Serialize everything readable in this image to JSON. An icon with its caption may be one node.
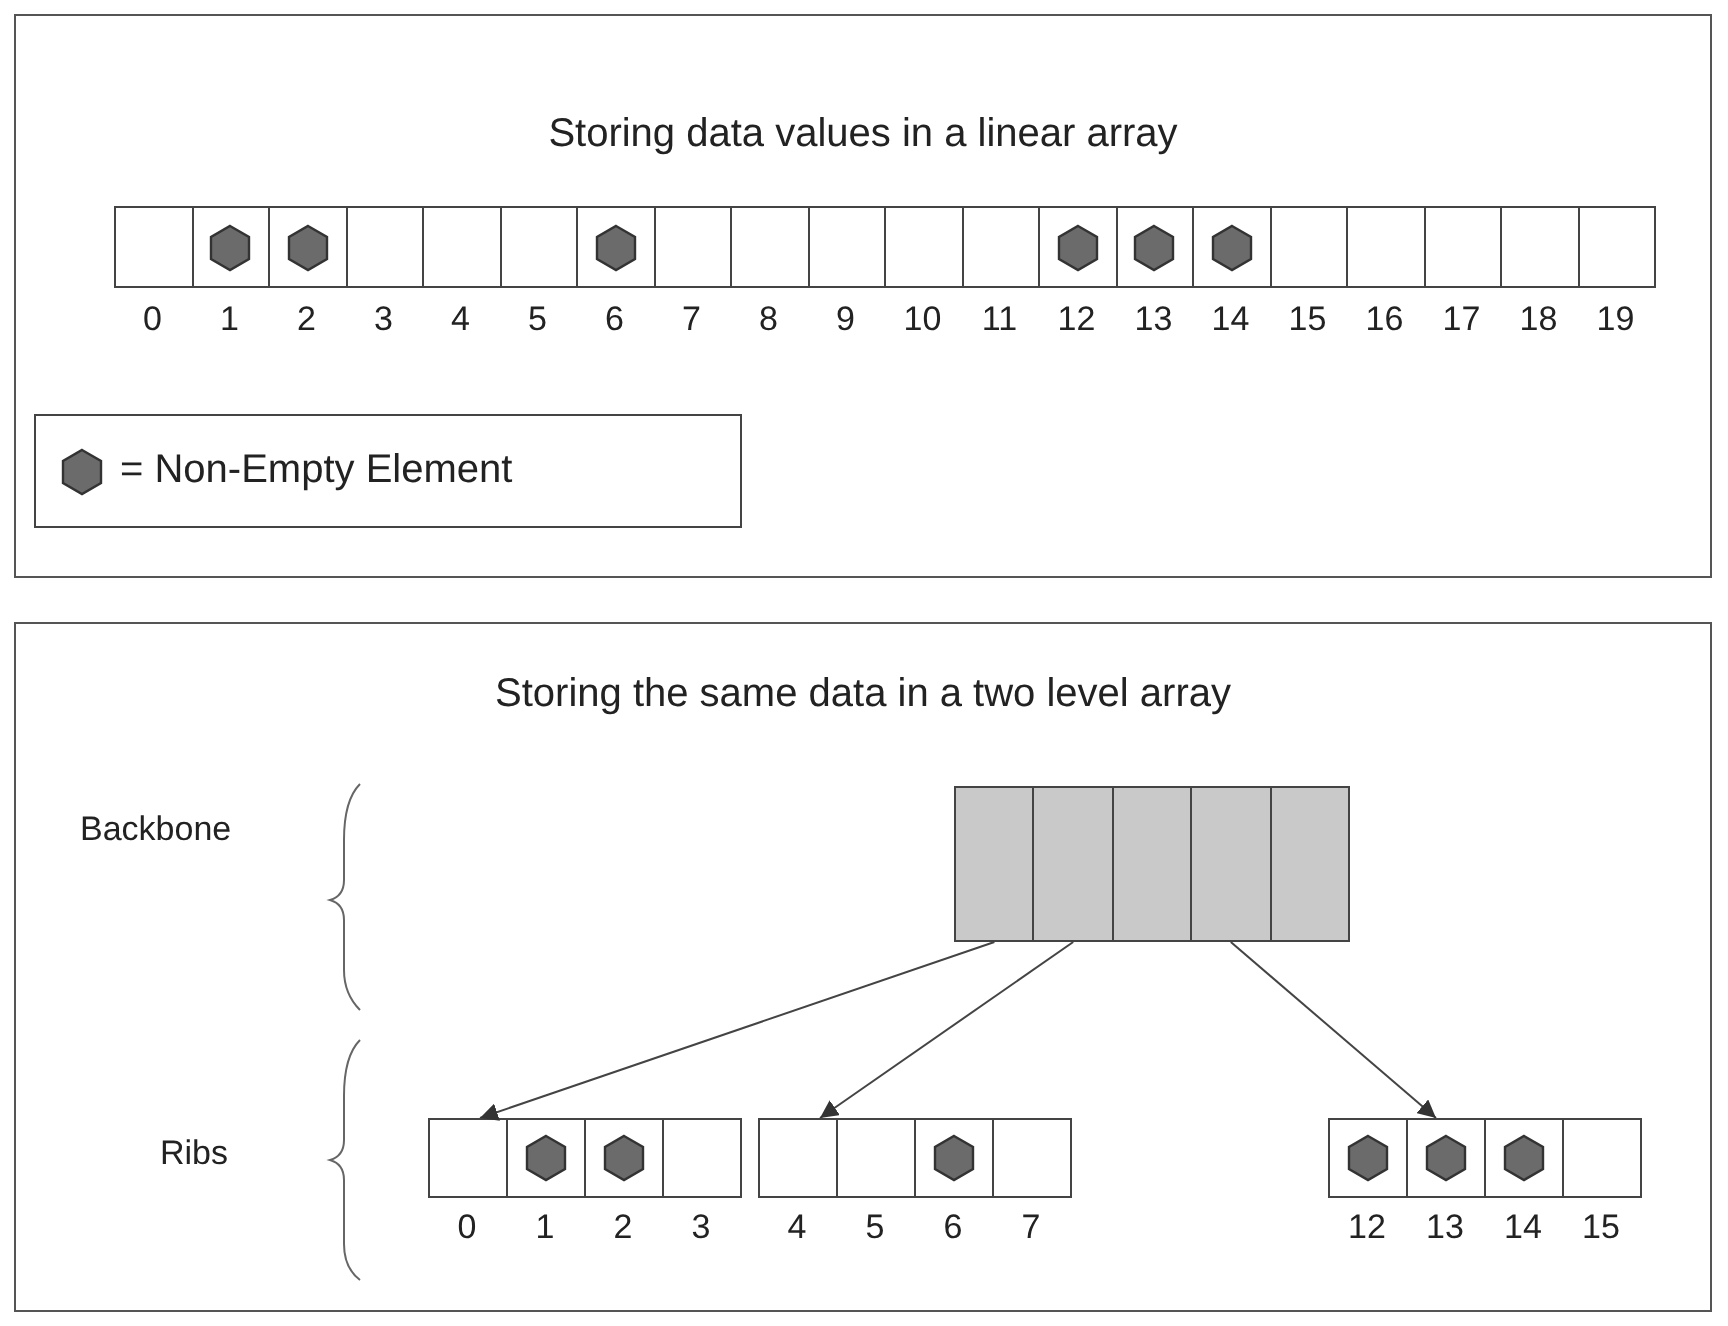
{
  "diagram": {
    "nodes": [
      {
        "text": [
          "Storing data values in a linear array"
        ]
      },
      {
        "text": [
          "Storing the same data in a two level array"
        ]
      },
      {
        "text": [],
        "shape": "box",
        "in": 1
      },
      {
        "text": [],
        "shape": "box",
        "in": 1
      },
      {
        "text": [],
        "shape": "box",
        "in": 1
      },
      {
        "text": [],
        "shape": "box",
        "in": 1
      },
      {
        "text": [],
        "shape": "box",
        "in": 1
      },
      {
        "text": [],
        "shape": "box",
        "in": 1,
        "beside": [
          "0",
          "1",
          "2",
          "3"
        ]
      },
      {
        "text": [],
        "shape": "box",
        "in": 1,
        "beside": [
          "4",
          "5",
          "6",
          "7"
        ]
      },
      {
        "text": [],
        "shape": "box",
        "in": 1,
        "beside": [
          "12",
          "13",
          "14",
          "15"
        ]
      }
    ],
    "edges": [
      {
        "from": 2,
        "to": 7,
        "arrow": "to"
      },
      {
        "from": 3,
        "to": 8,
        "arrow": "to"
      },
      {
        "from": 5,
        "to": 9,
        "arrow": "to"
      }
    ],
    "labels": [
      "0",
      "1",
      "2",
      "3",
      "4",
      "5",
      "6",
      "7",
      "8",
      "9",
      "10",
      "11",
      "12",
      "13",
      "14",
      "15",
      "16",
      "17",
      "18",
      "19",
      "Backbone",
      "Ribs"
    ],
    "legend": [
      {
        "text": "= Non-Empty Element"
      }
    ]
  }
}
